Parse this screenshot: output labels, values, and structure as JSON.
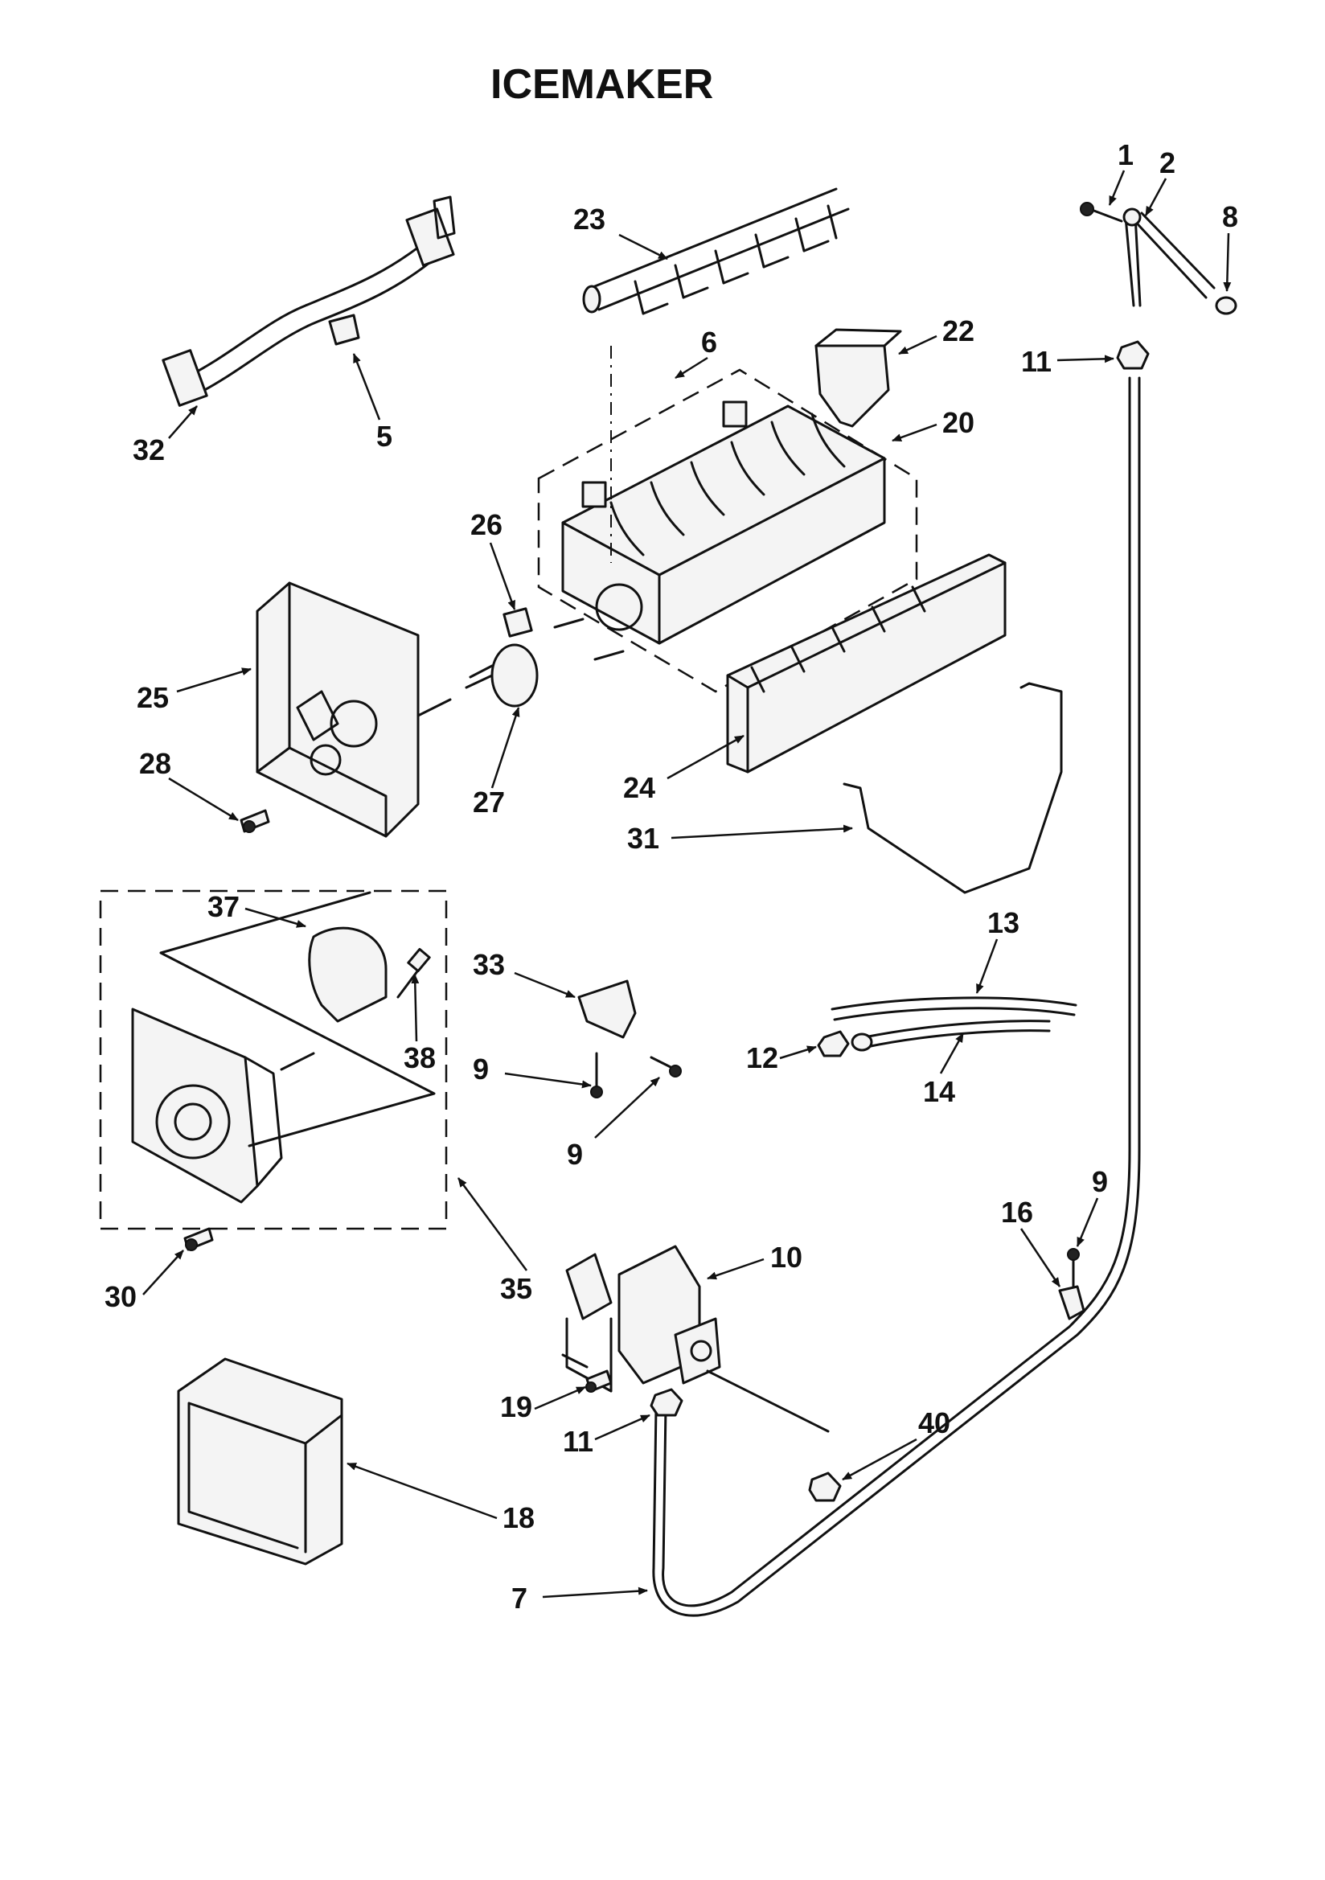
{
  "title": "ICEMAKER",
  "callouts": {
    "c1": "1",
    "c2": "2",
    "c8": "8",
    "c11a": "11",
    "c23": "23",
    "c6": "6",
    "c22": "22",
    "c20": "20",
    "c32": "32",
    "c5": "5",
    "c26": "26",
    "c25": "25",
    "c27": "27",
    "c28": "28",
    "c24": "24",
    "c31": "31",
    "c37": "37",
    "c38": "38",
    "c33": "33",
    "c13": "13",
    "c12": "12",
    "c14": "14",
    "c9a": "9",
    "c9b": "9",
    "c9c": "9",
    "c16": "16",
    "c10": "10",
    "c30": "30",
    "c35": "35",
    "c19": "19",
    "c11b": "11",
    "c40": "40",
    "c18": "18",
    "c7": "7"
  }
}
